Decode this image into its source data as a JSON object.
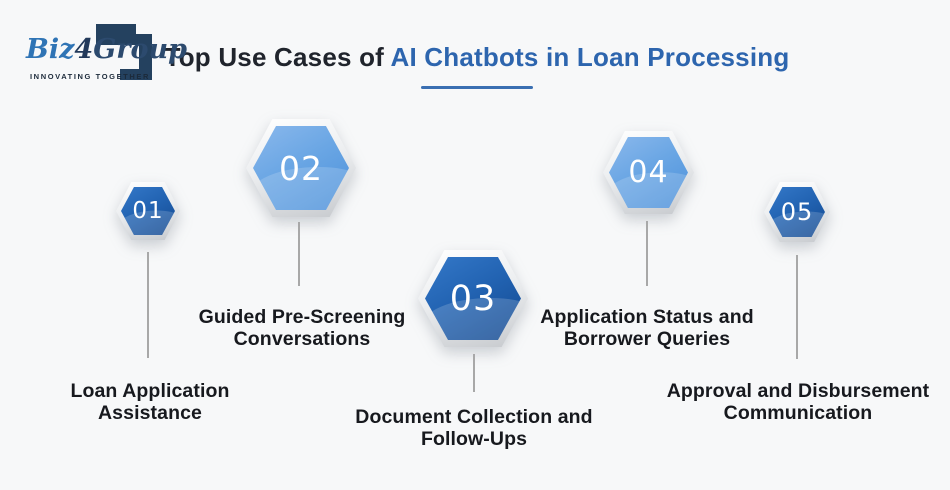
{
  "logo": {
    "brand_biz": "Biz",
    "brand_4": "4",
    "brand_group": "Group",
    "tagline": "INNOVATING TOGETHER"
  },
  "header": {
    "title_prefix": "Top Use Cases of ",
    "title_highlight": "AI Chatbots in Loan Processing"
  },
  "steps": [
    {
      "number": "01",
      "label": "Loan Application Assistance",
      "variant": "dark",
      "size": "small"
    },
    {
      "number": "02",
      "label": "Guided Pre-Screening Conversations",
      "variant": "light",
      "size": "large"
    },
    {
      "number": "03",
      "label": "Document Collection and Follow-Ups",
      "variant": "dark",
      "size": "large"
    },
    {
      "number": "04",
      "label": "Application Status and Borrower Queries",
      "variant": "light",
      "size": "medium"
    },
    {
      "number": "05",
      "label": "Approval and Disbursement Communication",
      "variant": "dark",
      "size": "small"
    }
  ],
  "icons": {
    "logo_bracket": "corner-bracket-shape"
  },
  "colors": {
    "background": "#f7f8f9",
    "title_dark": "#20242c",
    "title_accent": "#2d65ae",
    "underline": "#3a6fb2",
    "label_text": "#17191e",
    "connector": "#a8a8a8",
    "hex_light_top": "#8ab8ec",
    "hex_light_bottom": "#4b90da",
    "hex_dark_top": "#3478c8",
    "hex_dark_bottom": "#12478e",
    "hex_border": "#e2e4e7",
    "logo_blue": "#2f74b5",
    "logo_navy": "#22395a"
  }
}
